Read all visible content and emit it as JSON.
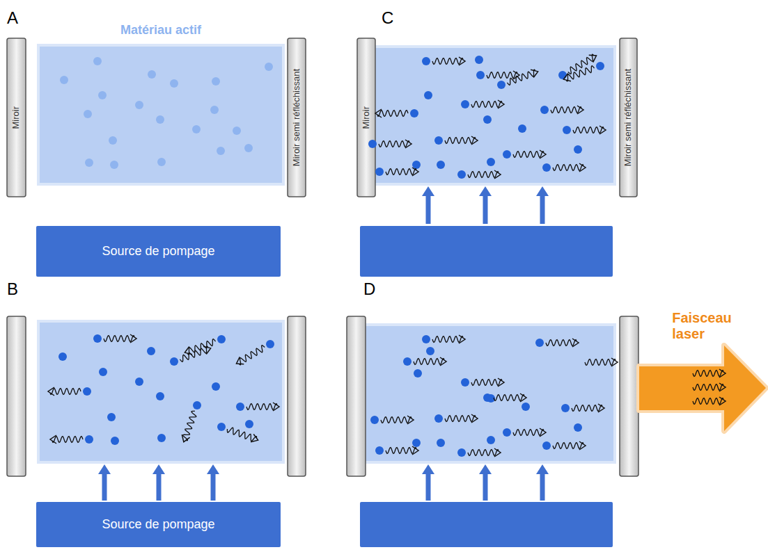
{
  "diagram": {
    "nodes": [
      {
        "text": [
          "Matériau actif"
        ]
      },
      {
        "text": [
          "Miroir"
        ]
      },
      {
        "text": [
          "Miroir semi réfléchissant"
        ]
      },
      {
        "text": [
          "Source de pompage"
        ]
      },
      {
        "text": [
          "Source de pompage"
        ]
      },
      {
        "text": [
          "Miroir"
        ]
      },
      {
        "text": [
          "Miroir semi réfléchissant"
        ]
      },
      {
        "text": [
          "Faisceau laser"
        ]
      }
    ],
    "labels": [
      "A",
      "B",
      "C",
      "D"
    ]
  }
}
